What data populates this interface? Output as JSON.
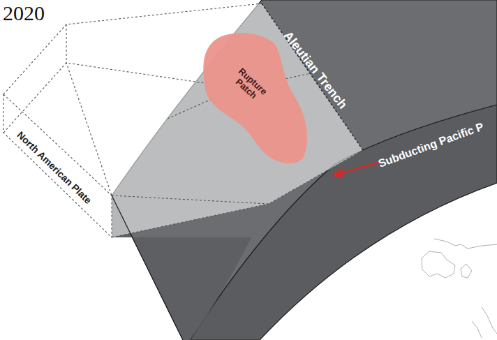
{
  "diagram": {
    "nodes": [
      {
        "text": [
          "Rupture Patch"
        ]
      }
    ],
    "labels": [
      "2020",
      "North American Plate",
      "Aleutian Trench",
      "Subducting Pacific P"
    ]
  }
}
